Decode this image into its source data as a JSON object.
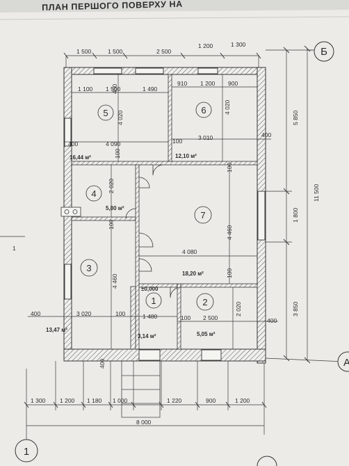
{
  "title": "ПЛАН ПЕРШОГО ПОВЕРХУ НА",
  "axes": {
    "left": "1",
    "top_right": "Б",
    "bottom_right": "А"
  },
  "rooms": [
    {
      "num": "1",
      "area": "3,14 м²",
      "level": "±0,000"
    },
    {
      "num": "2",
      "area": "5,05 м²"
    },
    {
      "num": "3",
      "area": "13,47 м²"
    },
    {
      "num": "4",
      "area": "5,80 м²"
    },
    {
      "num": "5",
      "area": "16,44 м²"
    },
    {
      "num": "6",
      "area": "12,10 м²"
    },
    {
      "num": "7",
      "area": "18,20 м²"
    }
  ],
  "dims": {
    "top": [
      "1 500",
      "1 500",
      "2 500",
      "1 200",
      "1 300"
    ],
    "room5_row": [
      "1 100",
      "1 500",
      "1 490"
    ],
    "room6_row": [
      "910",
      "1 200",
      "900"
    ],
    "room5_height": "4 020",
    "room5_left": "400",
    "room5_width": "4 090",
    "room5_wall": "100",
    "room6_height": "4 020",
    "room6_wall": "100",
    "room6_width": "3 010",
    "right_wall_upper": "400",
    "room4_height": "2 020",
    "room3_left_wall": "100",
    "room7_height": "4 460",
    "room7_wall": "100",
    "room7_width": "4 080",
    "room7_wall_lower": "100",
    "room3_height": "4 460",
    "bottom_row_left": "400",
    "room3_width": "3 020",
    "room1_wall": "100",
    "room1_width": "1 480",
    "room2_wall": "100",
    "room2_width": "2 500",
    "room2_height": "2 020",
    "right_wall_lower": "400",
    "bottom_left_wall": "400",
    "right_total_upper": "5 850",
    "right_total": "11 500",
    "right_window": "1 800",
    "right_lower": "3 850",
    "bottom": [
      "1 300",
      "1 200",
      "1 180",
      "1 000",
      "1 220",
      "900",
      "1 200"
    ],
    "overall": "8 000"
  }
}
